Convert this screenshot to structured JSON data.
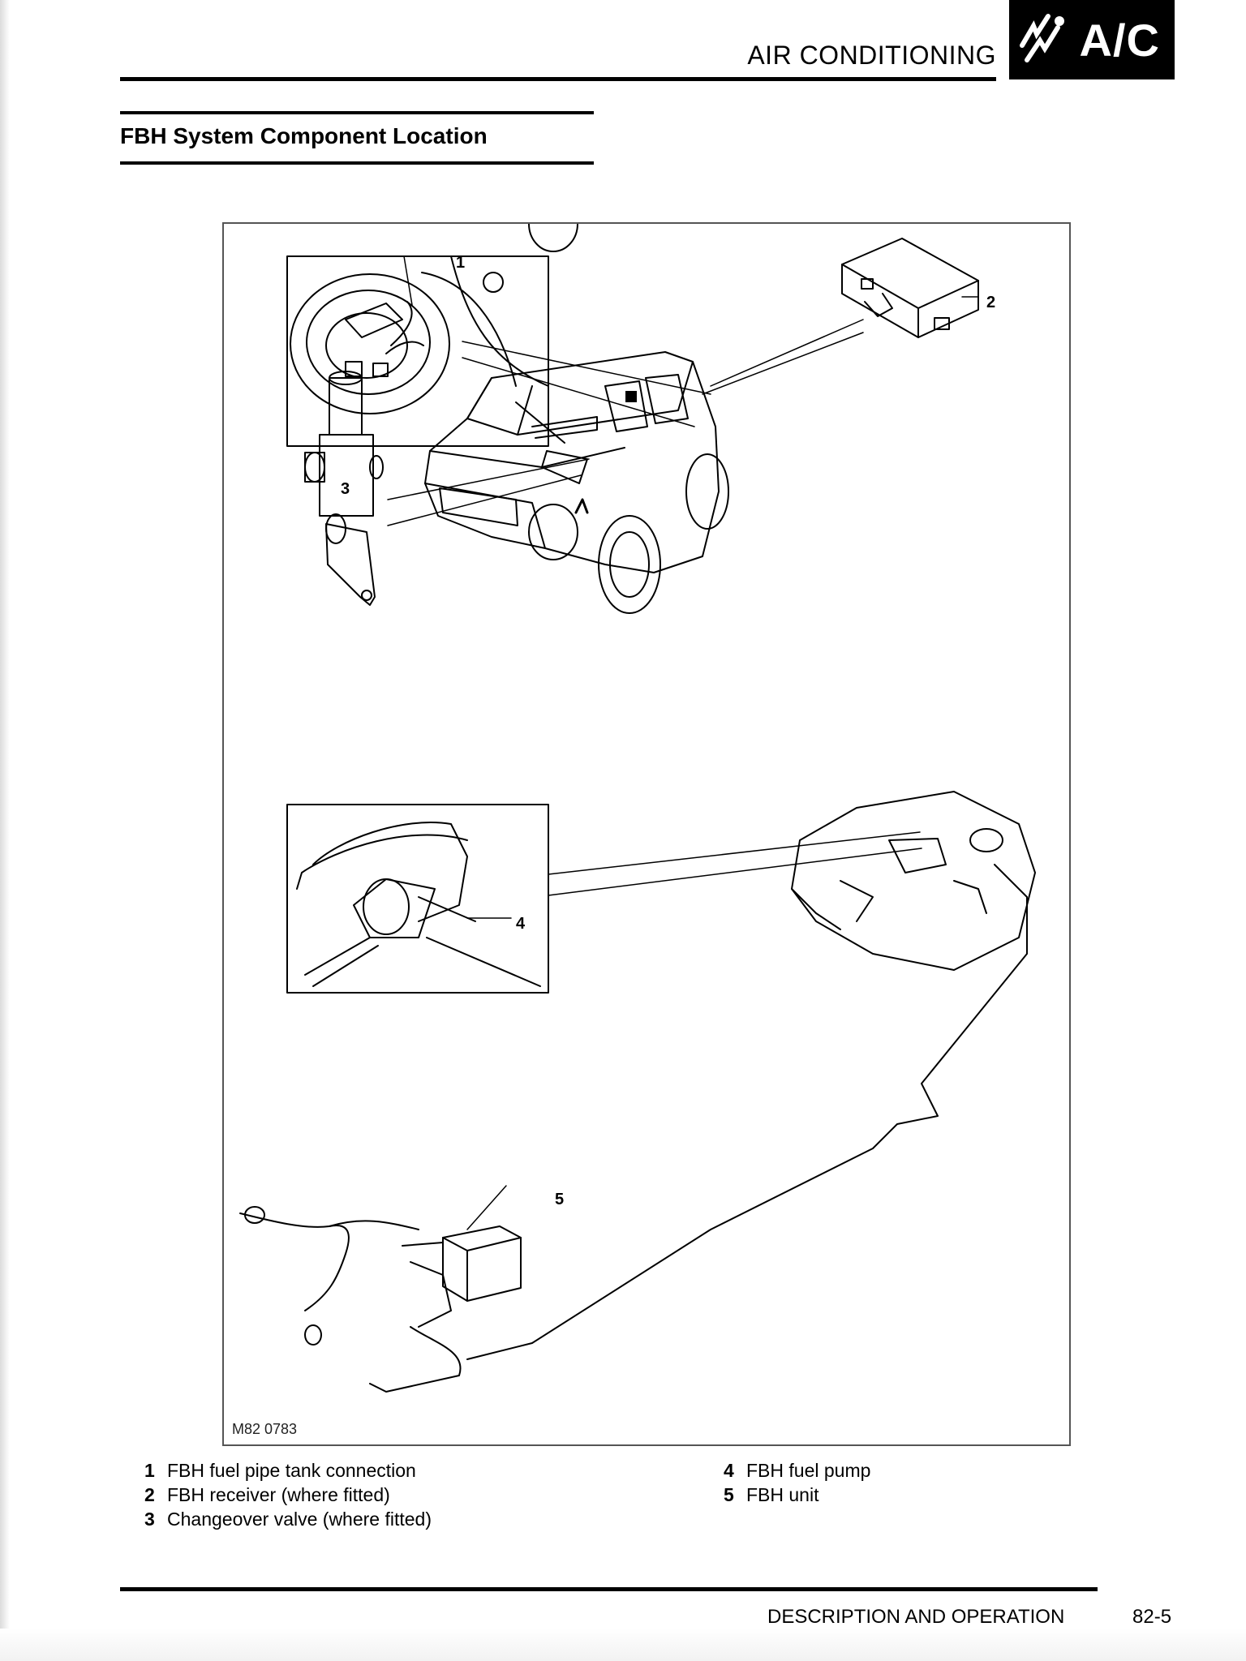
{
  "header": {
    "title": "AIR CONDITIONING",
    "section_code": "A/C"
  },
  "section": {
    "heading": "FBH System Component Location"
  },
  "figure": {
    "id": "M82 0783",
    "callouts": [
      "1",
      "2",
      "3",
      "4",
      "5"
    ]
  },
  "legend": [
    {
      "num": "1",
      "text": "FBH fuel pipe tank connection"
    },
    {
      "num": "2",
      "text": "FBH receiver (where fitted)"
    },
    {
      "num": "3",
      "text": "Changeover valve (where fitted)"
    },
    {
      "num": "4",
      "text": "FBH fuel pump"
    },
    {
      "num": "5",
      "text": "FBH unit"
    }
  ],
  "footer": {
    "text": "DESCRIPTION AND OPERATION",
    "page": "82-5"
  }
}
